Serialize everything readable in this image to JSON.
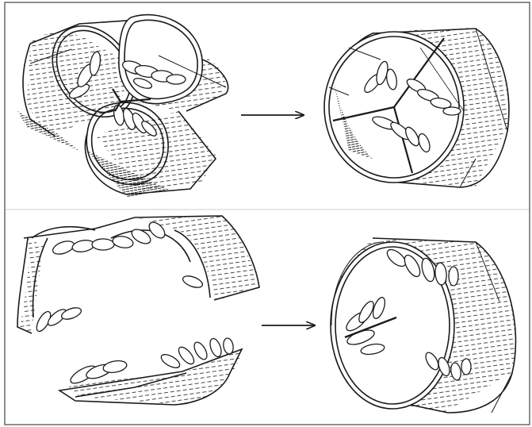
{
  "figure": {
    "background": "#ffffff",
    "ink": "#1a1a1a",
    "border_color": "#444444",
    "panels": [
      {
        "id": "top",
        "from": "three-tube-cluster",
        "to": "closed-cylinder-three-chambers"
      },
      {
        "id": "bottom",
        "from": "open-split-tube",
        "to": "closed-cylinder-open-lumen"
      }
    ],
    "arrow_icon": "right-arrow-icon"
  }
}
